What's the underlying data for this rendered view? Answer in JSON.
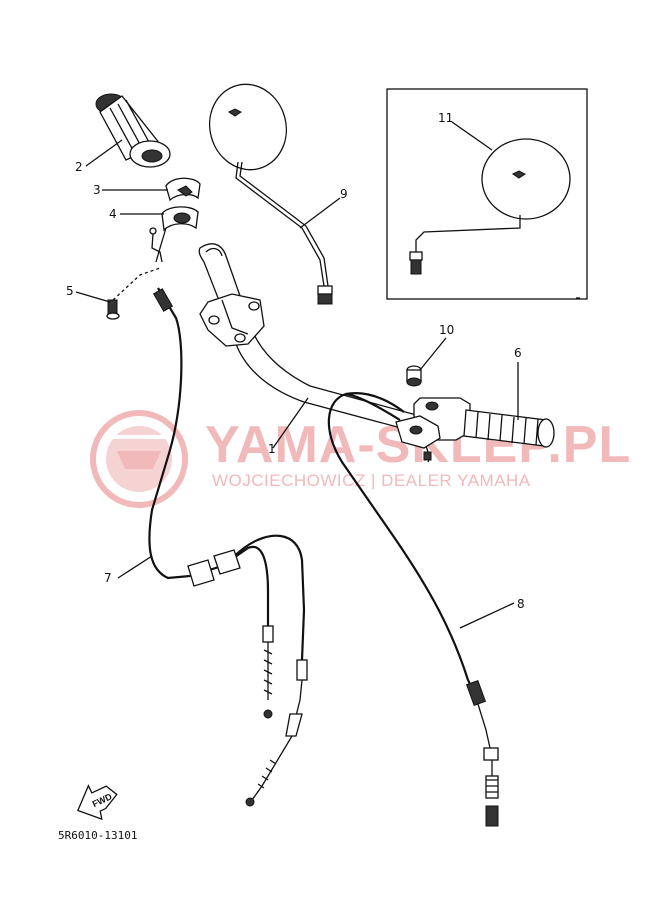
{
  "watermark": {
    "brand": "YAMA-SKLEP.PL",
    "tagline": "WOJCIECHOWICZ | DEALER YAMAHA"
  },
  "callouts": [
    {
      "id": "callout-1",
      "label": "1"
    },
    {
      "id": "callout-2",
      "label": "2"
    },
    {
      "id": "callout-3",
      "label": "3"
    },
    {
      "id": "callout-4",
      "label": "4"
    },
    {
      "id": "callout-5",
      "label": "5"
    },
    {
      "id": "callout-6",
      "label": "6"
    },
    {
      "id": "callout-7",
      "label": "7"
    },
    {
      "id": "callout-8",
      "label": "8"
    },
    {
      "id": "callout-9",
      "label": "9"
    },
    {
      "id": "callout-10",
      "label": "10"
    },
    {
      "id": "callout-11",
      "label": "11"
    }
  ],
  "direction_tag": "FWD",
  "diagram_code": "5R6010-13101",
  "colors": {
    "line": "#111111",
    "watermark": "#f1b9b9",
    "background": "#ffffff"
  }
}
